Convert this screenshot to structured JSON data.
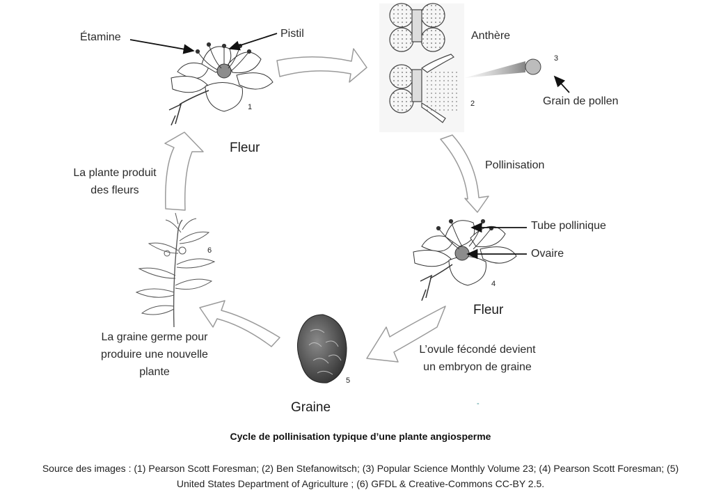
{
  "labels": {
    "etamine": "Étamine",
    "pistil": "Pistil",
    "anthere": "Anthère",
    "grain_pollen": "Grain de pollen",
    "pollinisation": "Pollinisation",
    "tube_pollinique": "Tube pollinique",
    "ovaire": "Ovaire",
    "ovule_line1": "L’ovule fécondé devient",
    "ovule_line2": "un embryon de graine",
    "germe_line1": "La graine germe pour",
    "germe_line2": "produire une nouvelle",
    "germe_line3": "plante",
    "produit_line1": "La plante produit",
    "produit_line2": "des fleurs"
  },
  "stages": {
    "fleur_top": "Fleur",
    "fleur_bottom": "Fleur",
    "graine": "Graine"
  },
  "numbers": [
    "1",
    "2",
    "3",
    "4",
    "5",
    "6"
  ],
  "caption": {
    "title": "Cycle de pollinisation typique d’une plante angiosperme",
    "source_line1": "Source des images : (1) Pearson Scott Foresman; (2) Ben Stefanowitsch; (3) Popular Science Monthly Volume 23; (4) Pearson Scott Foresman; (5)",
    "source_line2": "United States Department of Agriculture ; (6)  GFDL & Creative-Commons CC-BY 2.5."
  },
  "small_mark": "-"
}
